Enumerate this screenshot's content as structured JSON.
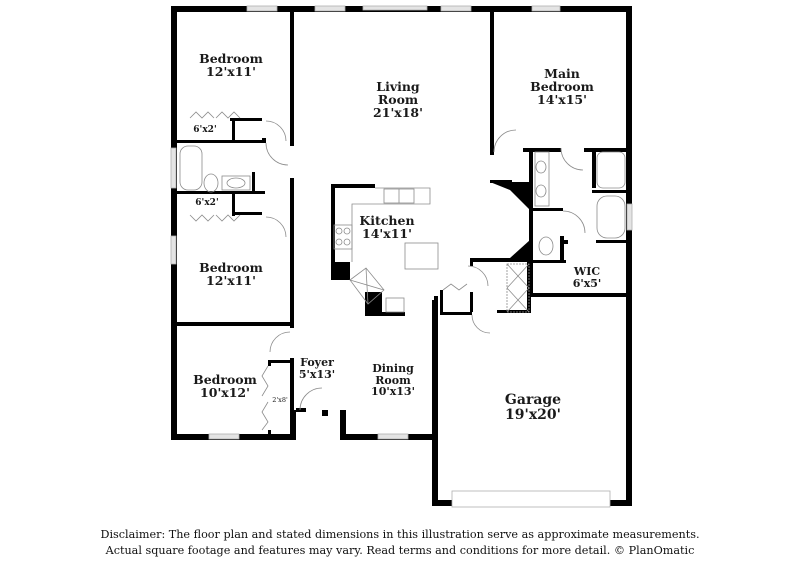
{
  "rooms": [
    {
      "id": "bedroom-2",
      "name": "Bedroom",
      "dims": "12'x11'"
    },
    {
      "id": "living-room",
      "name": "Living Room",
      "line1": "Living",
      "line2": "Room",
      "dims": "21'x18'"
    },
    {
      "id": "main-bedroom",
      "name": "Main Bedroom",
      "line1": "Main",
      "line2": "Bedroom",
      "dims": "14'x15'"
    },
    {
      "id": "closet-1",
      "name": "",
      "dims": "6'x2'"
    },
    {
      "id": "closet-2",
      "name": "",
      "dims": "6'x2'"
    },
    {
      "id": "kitchen",
      "name": "Kitchen",
      "dims": "14'x11'"
    },
    {
      "id": "bedroom-3",
      "name": "Bedroom",
      "dims": "12'x11'"
    },
    {
      "id": "wic",
      "name": "WIC",
      "dims": "6'x5'"
    },
    {
      "id": "bedroom-4",
      "name": "Bedroom",
      "dims": "10'x12'"
    },
    {
      "id": "closet-3",
      "name": "",
      "dims": "2'x8'"
    },
    {
      "id": "foyer",
      "name": "Foyer",
      "dims": "5'x13'"
    },
    {
      "id": "dining-room",
      "name": "Dining Room",
      "line1": "Dining",
      "line2": "Room",
      "dims": "10'x13'"
    },
    {
      "id": "garage",
      "name": "Garage",
      "dims": "19'x20'"
    }
  ],
  "disclaimer": {
    "line1": "Disclaimer: The floor plan and stated dimensions in this illustration serve as approximate measurements.",
    "line2": "Actual square footage and features may vary. Read terms and conditions for more detail. © PlanOmatic"
  },
  "colors": {
    "wall": "#000000",
    "fixture": "#9a9a9a",
    "window": "#c8c8c8"
  }
}
